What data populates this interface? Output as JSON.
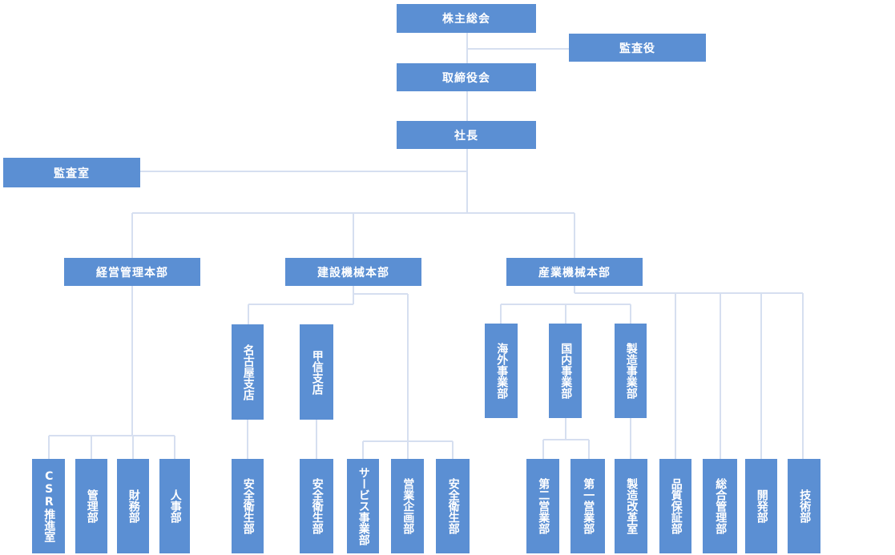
{
  "top": {
    "shareholders": "株主総会",
    "auditor": "監査役",
    "board": "取締役会",
    "president": "社長",
    "audit_office": "監査室"
  },
  "divisions": {
    "management": "経営管理本部",
    "construction": "建設機械本部",
    "industrial": "産業機械本部"
  },
  "management_depts": [
    "CSR推進室",
    "管理部",
    "財務部",
    "人事部"
  ],
  "construction_units": {
    "nagoya": "名古屋支店",
    "koshin": "甲信支店",
    "nagoya_safety": "安全衛生部",
    "koshin_safety": "安全衛生部",
    "service": "サービス事業部",
    "planning": "営業企画部",
    "safety": "安全衛生部"
  },
  "industrial_units": {
    "overseas": "海外事業部",
    "domestic": "国内事業部",
    "manufacturing": "製造事業部",
    "sales2": "第二営業部",
    "sales1": "第一営業部",
    "mfg_reform": "製造改革室",
    "quality": "品質保証部",
    "general_mgmt": "総合管理部",
    "development": "開発部",
    "technology": "技術部"
  },
  "colors": {
    "box": "#5b8fd3",
    "line": "#d6dff0",
    "text": "#ffffff"
  }
}
